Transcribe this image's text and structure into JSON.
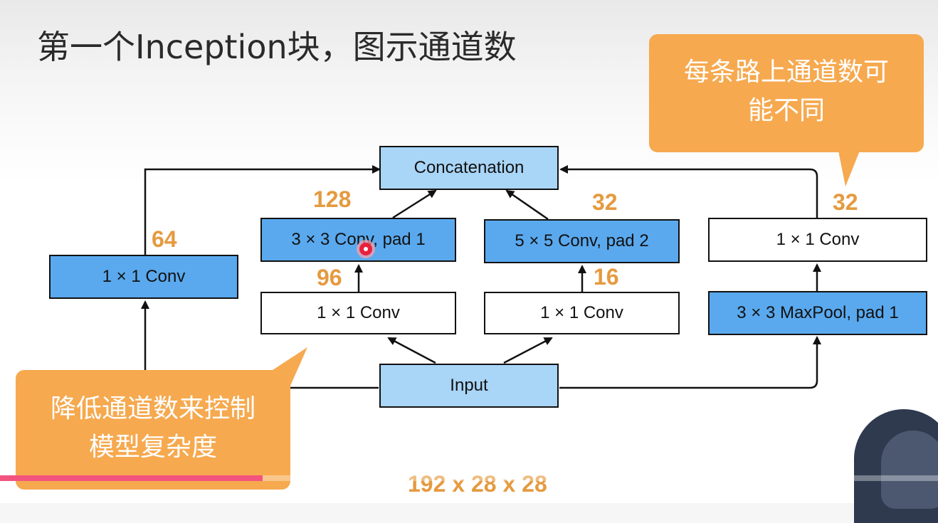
{
  "title": "第一个Inception块，图示通道数",
  "boxes": {
    "concat": "Concatenation",
    "conv3x3": "3 × 3 Conv, pad 1",
    "conv5x5": "5 × 5 Conv, pad 2",
    "conv1x1_right_top": "1 × 1 Conv",
    "conv1x1_left": "1 × 1 Conv",
    "conv1x1_mid_left": "1 × 1 Conv",
    "conv1x1_mid_right": "1 × 1 Conv",
    "maxpool": "3 × 3 MaxPool, pad 1",
    "input": "Input"
  },
  "numbers": {
    "n64": "64",
    "n128": "128",
    "n96": "96",
    "n32_mid": "32",
    "n16": "16",
    "n32_right": "32",
    "input_shape": "192 x 28 x 28"
  },
  "callouts": {
    "right": [
      "每条路上通道数可",
      "能不同"
    ],
    "left": [
      "降低通道数来控制",
      "模型复杂度"
    ]
  },
  "colors": {
    "box_blue": "#5aa9ee",
    "box_light": "#a9d5f7",
    "number_orange": "#e59a3f",
    "callout_orange": "#f6a94f",
    "progress_pink": "#f2547f"
  },
  "player": {
    "progress": 0.28
  }
}
